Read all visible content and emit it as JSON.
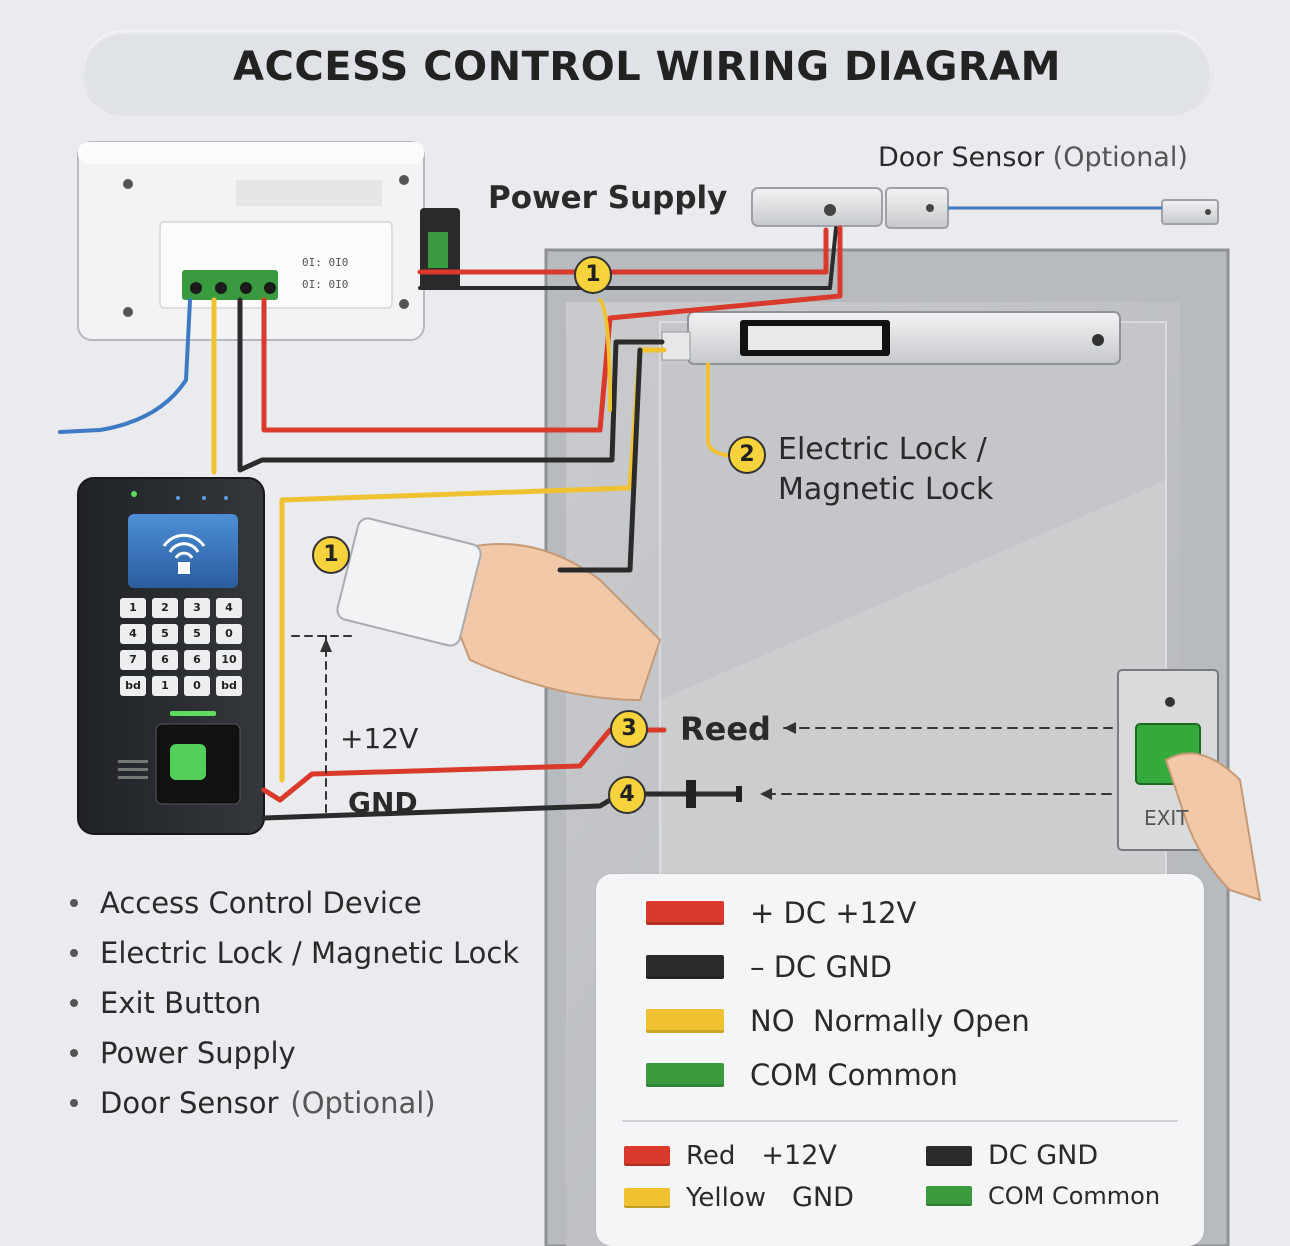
{
  "title": "ACCESS CONTROL WIRING DIAGRAM",
  "labels": {
    "power_supply": "Power Supply",
    "door_sensor": "Door Sensor",
    "door_sensor_optional": "(Optional)",
    "electric_lock_line1": "Electric Lock /",
    "electric_lock_line2": "Magnetic Lock",
    "reed": "Reed",
    "plus12v": "+12V",
    "gnd": "GND",
    "exit": "EXIT"
  },
  "badges": {
    "b1_top": "1",
    "b1_left": "1",
    "b2": "2",
    "b3": "3",
    "b4": "4"
  },
  "keypad_keys": [
    "1",
    "2",
    "3",
    "4",
    "4",
    "5",
    "5",
    "0",
    "7",
    "6",
    "6",
    "10",
    "bd",
    "1",
    "0",
    "bd"
  ],
  "terminal_text": {
    "row1": "0I: 0I0",
    "row2": "0I: 0I0"
  },
  "components": [
    {
      "name": "Access Control Device"
    },
    {
      "name": "Electric Lock / Magnetic Lock"
    },
    {
      "name": "Exit Button"
    },
    {
      "name": "Power Supply"
    },
    {
      "name": "Door Sensor",
      "note": "(Optional)"
    }
  ],
  "legend": [
    {
      "label": "+ DC +12V",
      "color": "#d93a2b"
    },
    {
      "label": "– DC GND",
      "color": "#2b2b2b"
    },
    {
      "label": "NO  Normally Open",
      "color": "#f0c232"
    },
    {
      "label": "COM Common",
      "color": "#3c9a3e"
    }
  ],
  "legend_small": [
    {
      "name": "Red",
      "value": "+12V",
      "color": "#d93a2b"
    },
    {
      "name": "",
      "value": "DC GND",
      "color": "#2b2b2b"
    },
    {
      "name": "Yellow",
      "value": "GND",
      "color": "#f0c232"
    },
    {
      "name": "",
      "value": "COM Common",
      "color": "#3c9a3e"
    }
  ],
  "colors": {
    "red": "#d93a2b",
    "black": "#2b2b2b",
    "yellow": "#f0c232",
    "blue": "#3f79c4",
    "green": "#3c9a3e"
  }
}
